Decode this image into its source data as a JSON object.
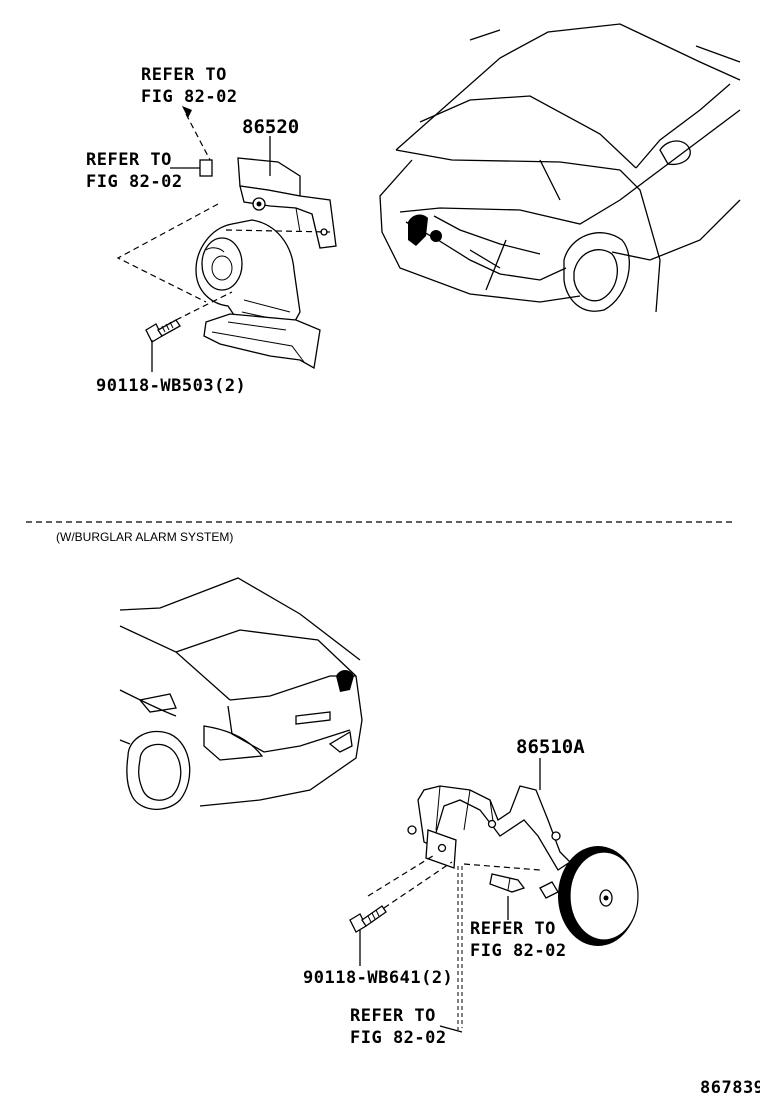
{
  "top_section": {
    "refer_a_line1": "REFER TO",
    "refer_a_line2": "FIG 82-02",
    "refer_b_line1": "REFER TO",
    "refer_b_line2": "FIG 82-02",
    "part_horn": "86520",
    "part_bolt": "90118-WB503(2)"
  },
  "section_note": "(W/BURGLAR ALARM SYSTEM)",
  "bottom_section": {
    "part_siren": "86510A",
    "refer_c_line1": "REFER TO",
    "refer_c_line2": "FIG 82-02",
    "part_bolt": "90118-WB641(2)",
    "refer_d_line1": "REFER TO",
    "refer_d_line2": "FIG 82-02"
  },
  "diagram_id": "867839"
}
